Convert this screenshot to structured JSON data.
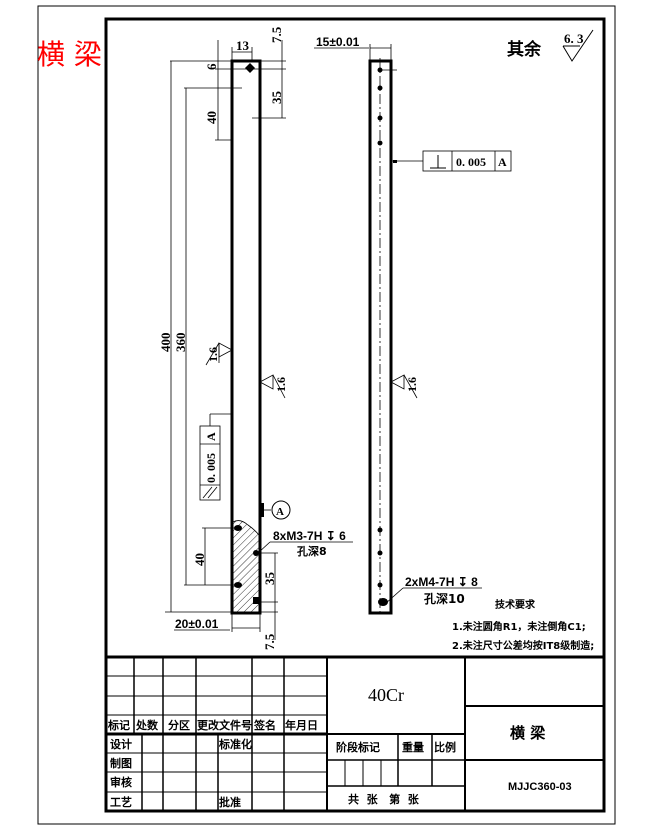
{
  "drawing": {
    "label_red": "横 梁",
    "surface_roughness_default": {
      "prefix": "其余",
      "value": "6. 3"
    },
    "front_view": {
      "dims": {
        "width_top": "13",
        "top_offset_right": "7.5",
        "top_hole_offset": "6",
        "hole_spacing_right_top": "35",
        "hole_spacing_left_top": "40",
        "overall_length": "400",
        "hole_span": "360",
        "hole_spacing_left_bottom": "40",
        "hole_spacing_right_bottom": "35",
        "bottom_offset_right": "7.5",
        "width_bottom": "20±0.01"
      },
      "roughness_left": "1.6",
      "roughness_right": "1.6",
      "parallelism": {
        "symbol": "//",
        "tolerance": "0. 005",
        "datum": "A"
      },
      "datum_label": "A",
      "thread_note": {
        "line1": "8xM3-7H ↧ 6",
        "line2": "孔深8"
      }
    },
    "side_view": {
      "dims": {
        "width_top": "15±0.01"
      },
      "roughness": "1.6",
      "perpendicularity": {
        "symbol": "⊥",
        "tolerance": "0. 005",
        "datum": "A"
      },
      "thread_note": {
        "line1": "2xM4-7H ↧ 8",
        "line2": "孔深10"
      }
    },
    "tech_requirements": {
      "title": "技术要求",
      "items": [
        "1.未注圆角R1，未注倒角C1;",
        "2.未注尺寸公差均按IT8级制造;"
      ]
    }
  },
  "title_block": {
    "material": "40Cr",
    "part_name": "横 梁",
    "drawing_number": "MJJC360-03",
    "revision_headers": [
      "标记",
      "处数",
      "分区",
      "更改文件号",
      "签名",
      "年月日"
    ],
    "sign_rows": [
      "设计",
      "制图",
      "审核",
      "工艺"
    ],
    "standardization": "标准化",
    "approval": "批准",
    "stage_headers": [
      "阶段标记",
      "重量",
      "比例"
    ],
    "sheet_info": "共  张   第  张"
  }
}
